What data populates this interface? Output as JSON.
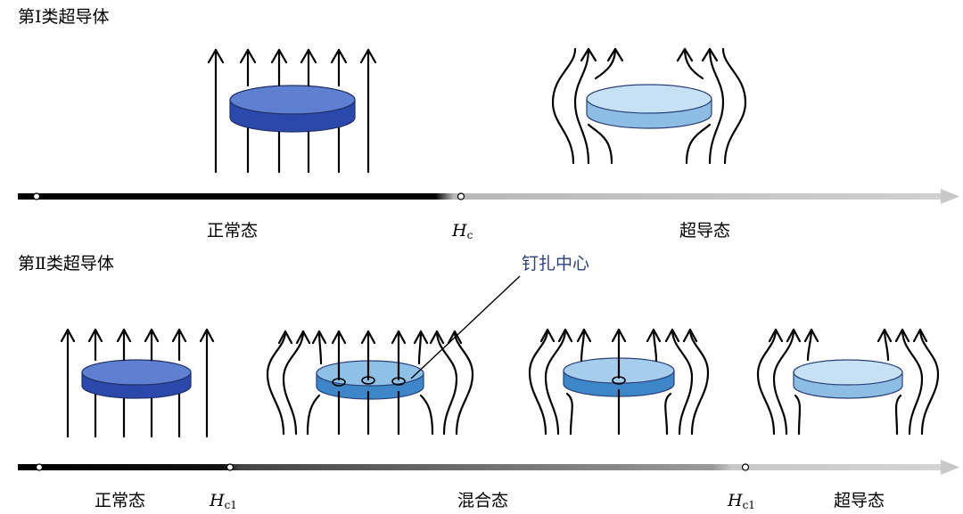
{
  "type1": {
    "title": "第Ⅰ类超导体",
    "states": {
      "normal": "正常态",
      "superconducting": "超导态"
    },
    "critical": {
      "symbol": "H",
      "subscript": "c"
    }
  },
  "type2": {
    "title": "第Ⅱ类超导体",
    "states": {
      "normal": "正常态",
      "mixed": "混合态",
      "superconducting": "超导态"
    },
    "critical_lower": {
      "symbol": "H",
      "subscript": "c1"
    },
    "critical_upper": {
      "symbol": "H",
      "subscript": "c1"
    },
    "pinning_label": "钉扎中心"
  },
  "colors": {
    "disk_normal_top": "#5f7fd0",
    "disk_normal_side": "#2a49aa",
    "disk_mixed_top": "#8fc0e6",
    "disk_mixed_side": "#3d86c8",
    "disk_sc_top": "#c6e0f4",
    "disk_sc_side": "#8dbde3",
    "annotation": "#2a3f7a"
  }
}
